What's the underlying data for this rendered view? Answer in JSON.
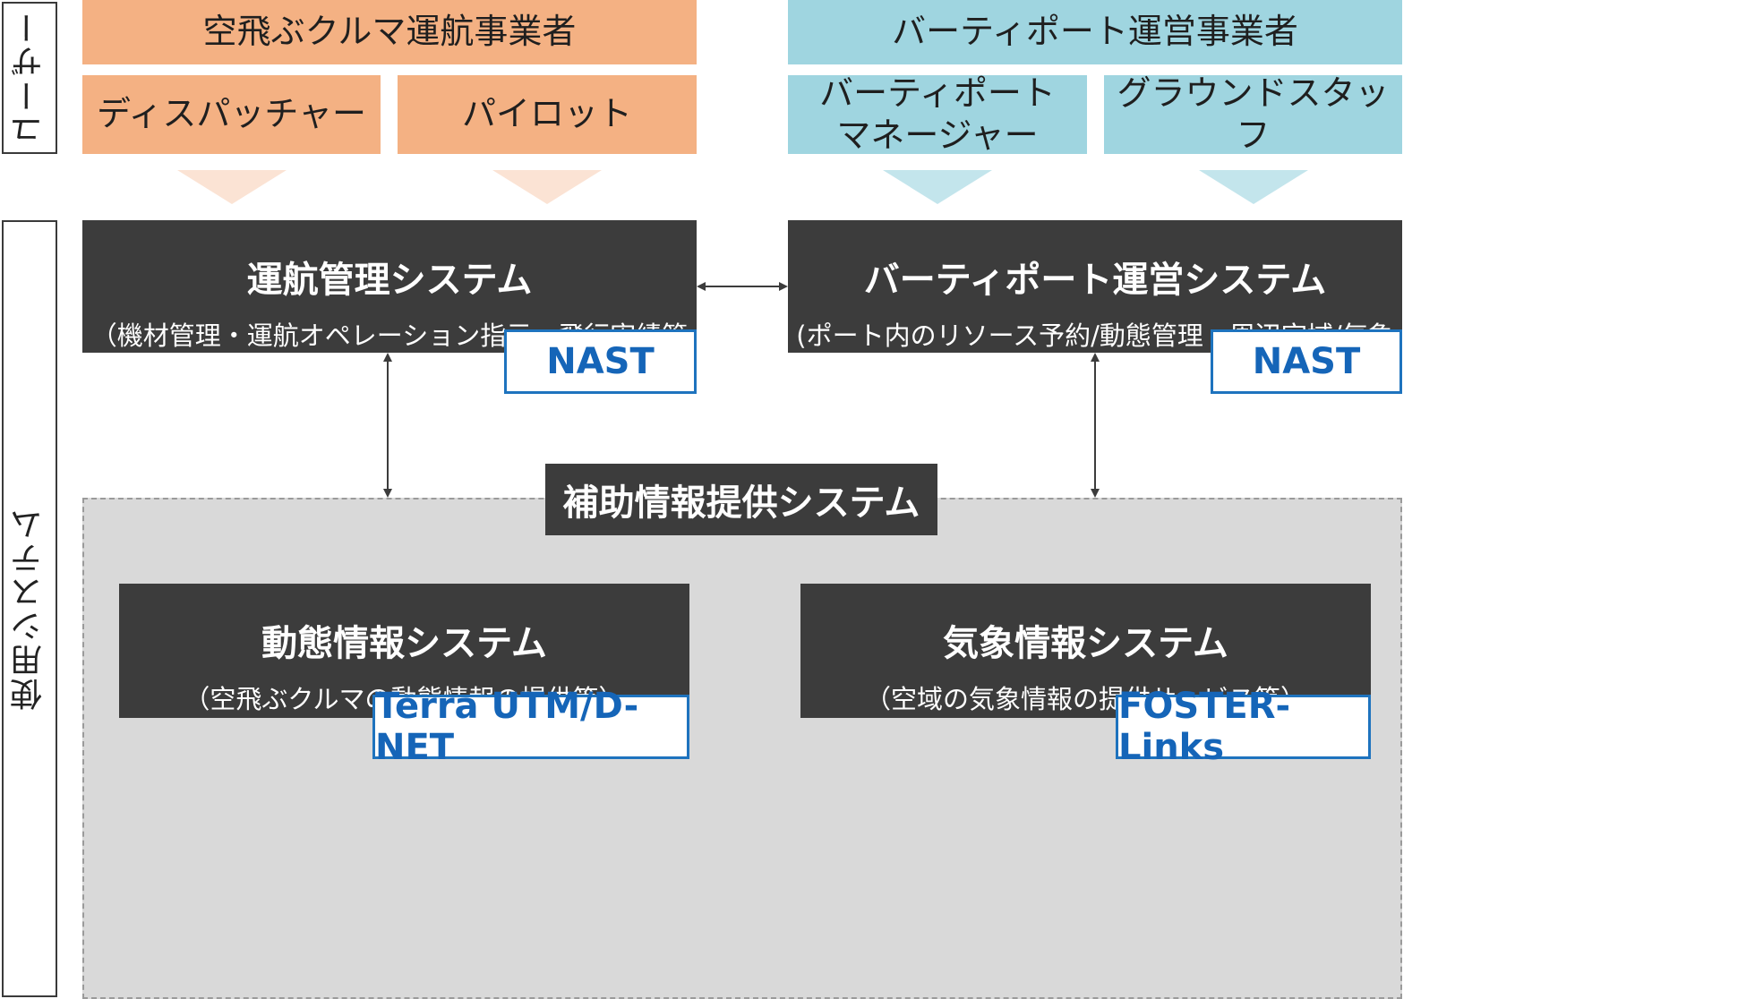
{
  "side_labels": {
    "users": "ユーザー",
    "systems": "使用システム"
  },
  "users": {
    "operator": {
      "title": "空飛ぶクルマ運航事業者",
      "roles": [
        "ディスパッチャー",
        "パイロット"
      ]
    },
    "vertiport": {
      "title": "バーティポート運営事業者",
      "roles": [
        "バーティポート\nマネージャー",
        "グラウンドスタッフ"
      ]
    }
  },
  "systems": {
    "flight_mgmt": {
      "title": "運航管理システム",
      "desc": "（機材管理・運航オペレーション指示・飛行実績管理等）",
      "tag": "NAST"
    },
    "vertiport_ops": {
      "title": "バーティポート運営システム",
      "desc": "(ポート内のリソース予約/動態管理・周辺空域/気象の把握等)",
      "tag": "NAST"
    },
    "support": {
      "title": "補助情報提供システム",
      "dynamic": {
        "title": "動態情報システム",
        "desc": "（空飛ぶクルマの動態情報の提供等）",
        "tag": "Terra UTM/D-NET"
      },
      "weather": {
        "title": "気象情報システム",
        "desc": "（空域の気象情報の提供サービス等）",
        "tag": "FOSTER-Links"
      }
    }
  },
  "colors": {
    "operator": "#f4b183",
    "vertiport": "#9fd5e0",
    "operator_arrow": "#fbe3d4",
    "vertiport_arrow": "#c3e5ec",
    "dark": "#3c3c3c",
    "accent": "#1e73be"
  }
}
